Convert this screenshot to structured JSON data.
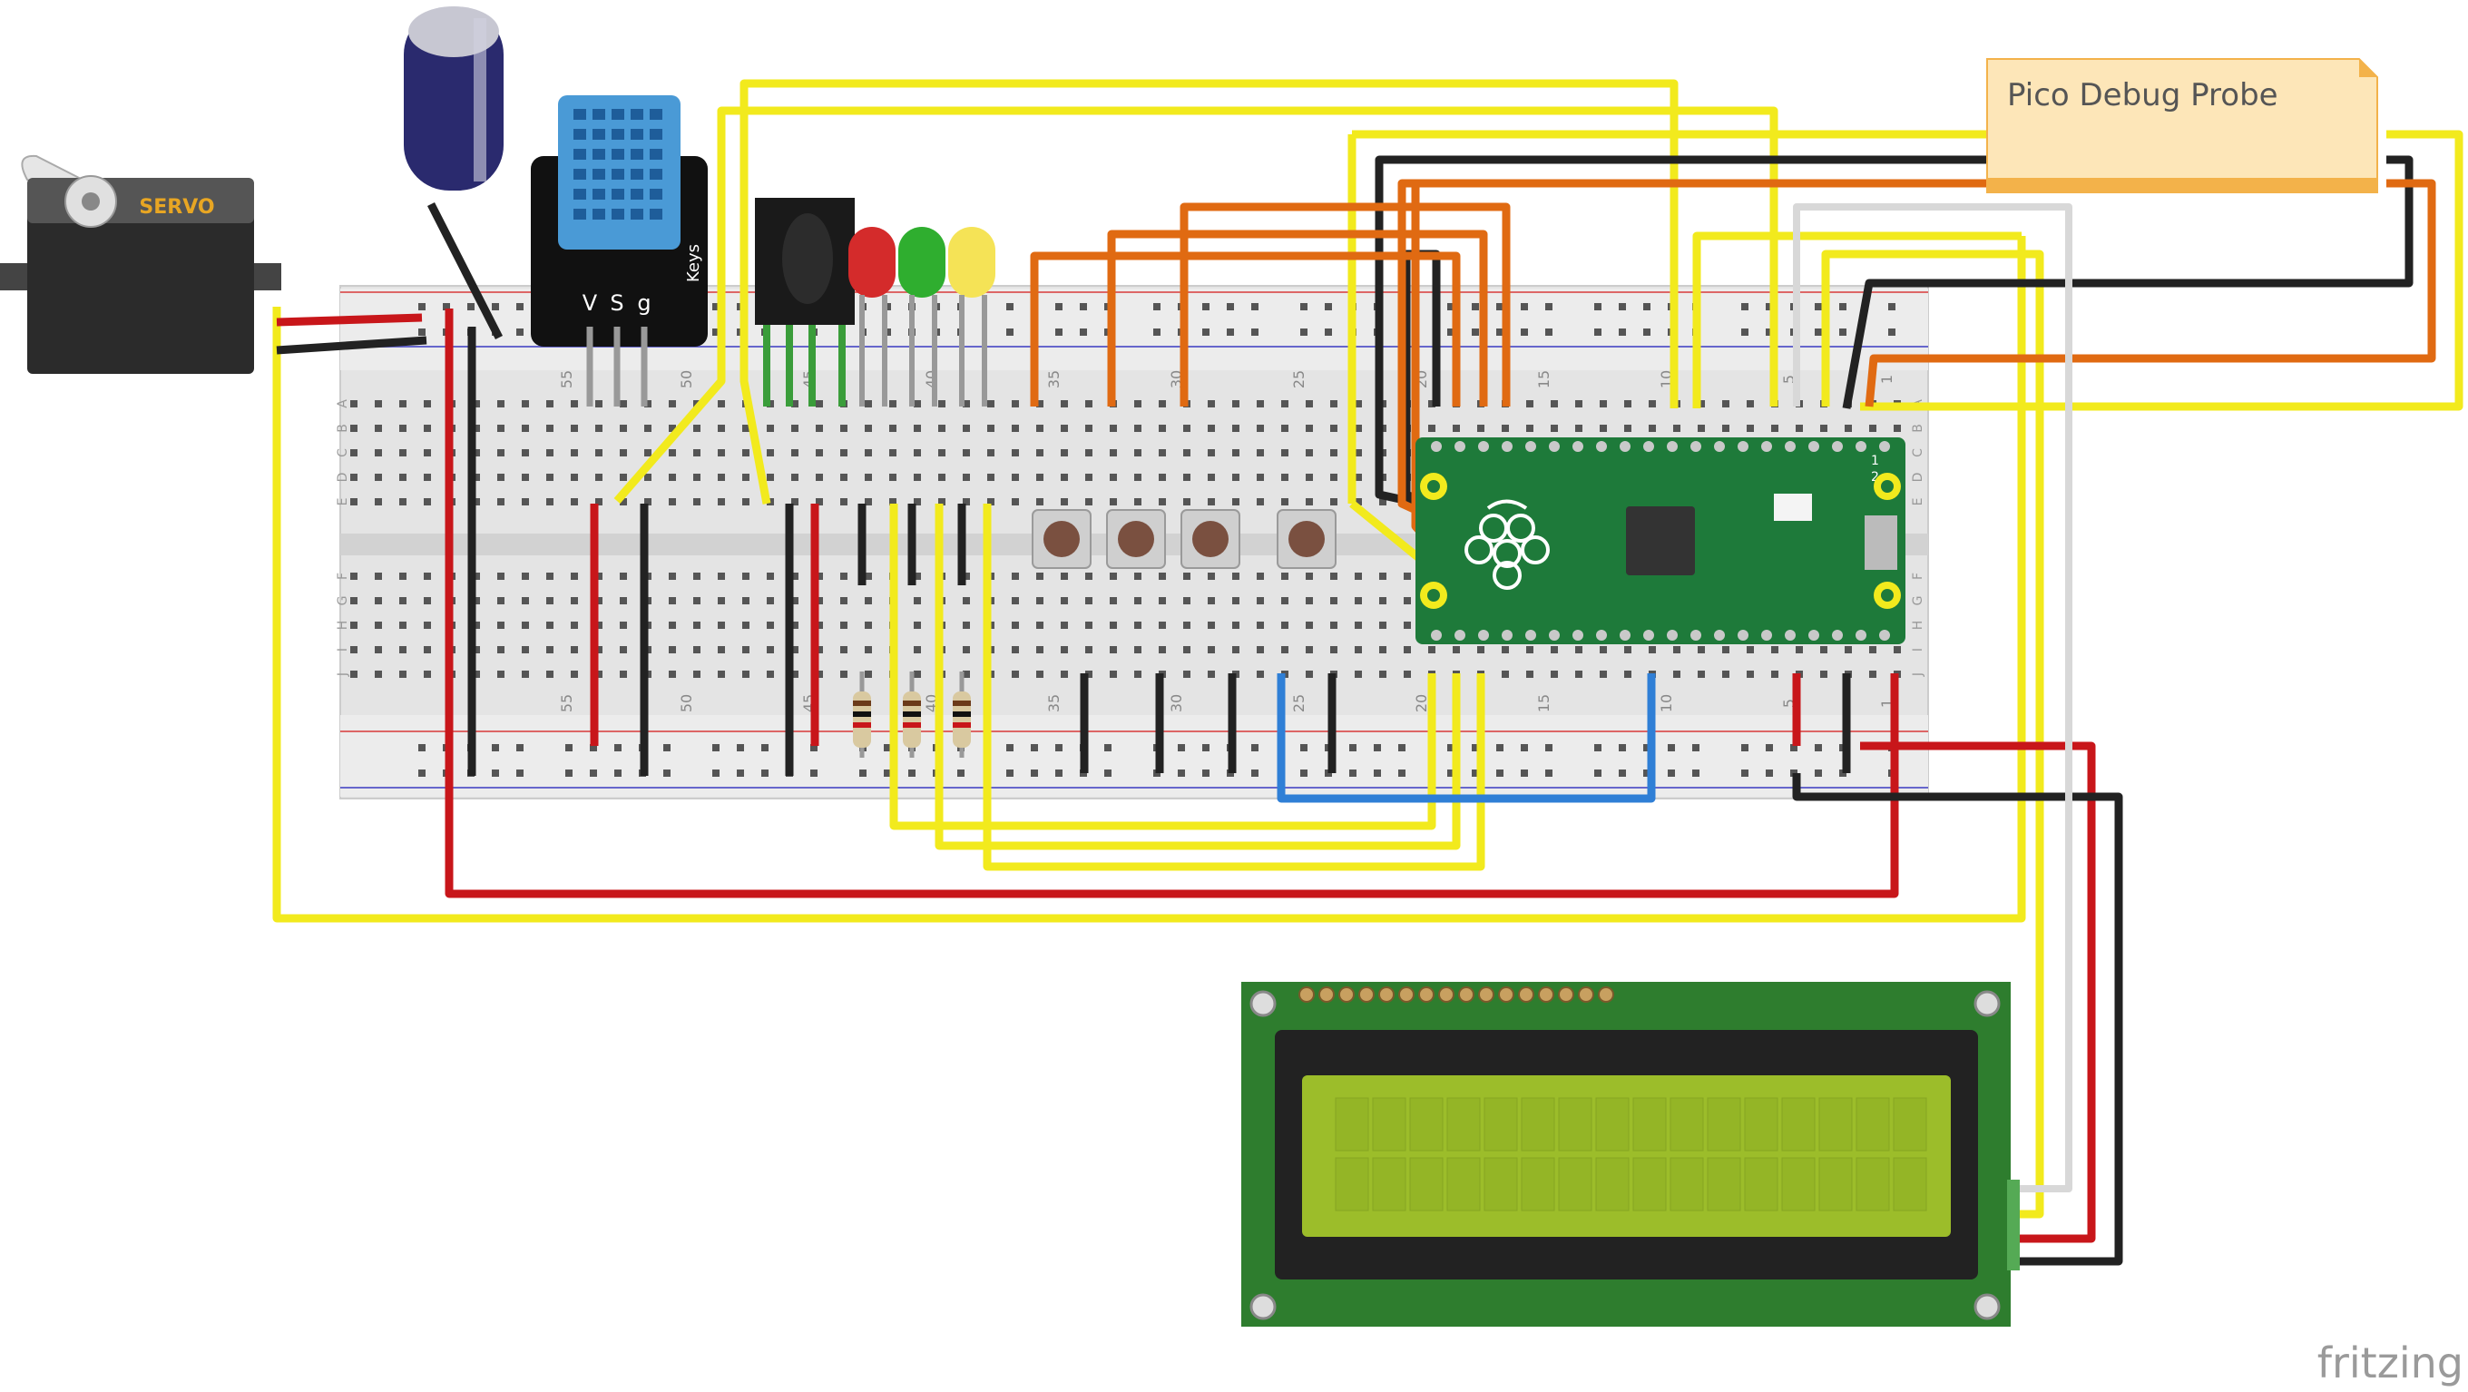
{
  "servo": {
    "label": "SERVO"
  },
  "dht": {
    "pin_labels": [
      "V",
      "S",
      "g"
    ],
    "brand": "Keys"
  },
  "breadboard": {
    "column_numbers_top": [
      "55",
      "50",
      "45",
      "40",
      "35",
      "30",
      "25",
      "20",
      "15",
      "10",
      "5",
      "1"
    ],
    "column_numbers_bottom": [
      "55",
      "50",
      "45",
      "40",
      "35",
      "30",
      "25",
      "20",
      "15",
      "10",
      "5",
      "1"
    ],
    "row_letters_top": [
      "A",
      "B",
      "C",
      "D",
      "E"
    ],
    "row_letters_bottom": [
      "F",
      "G",
      "H",
      "I",
      "J"
    ]
  },
  "pico": {
    "pin_labels": [
      "1",
      "2"
    ]
  },
  "note": {
    "text": "Pico Debug Probe"
  },
  "watermark": {
    "text": "fritzing"
  },
  "colors": {
    "wire_yellow": "#f2ea1d",
    "wire_red": "#c8161a",
    "wire_black": "#222222",
    "wire_orange": "#e06a12",
    "wire_green": "#3a9d3a",
    "wire_blue": "#2f7fd6",
    "wire_white": "#d8d8d8",
    "pico_green": "#1e7a3a",
    "lcd_board": "#2e7d2e",
    "lcd_screen": "#9cbd2a",
    "note_fill": "#fde6b8",
    "note_border": "#f3b24a"
  }
}
